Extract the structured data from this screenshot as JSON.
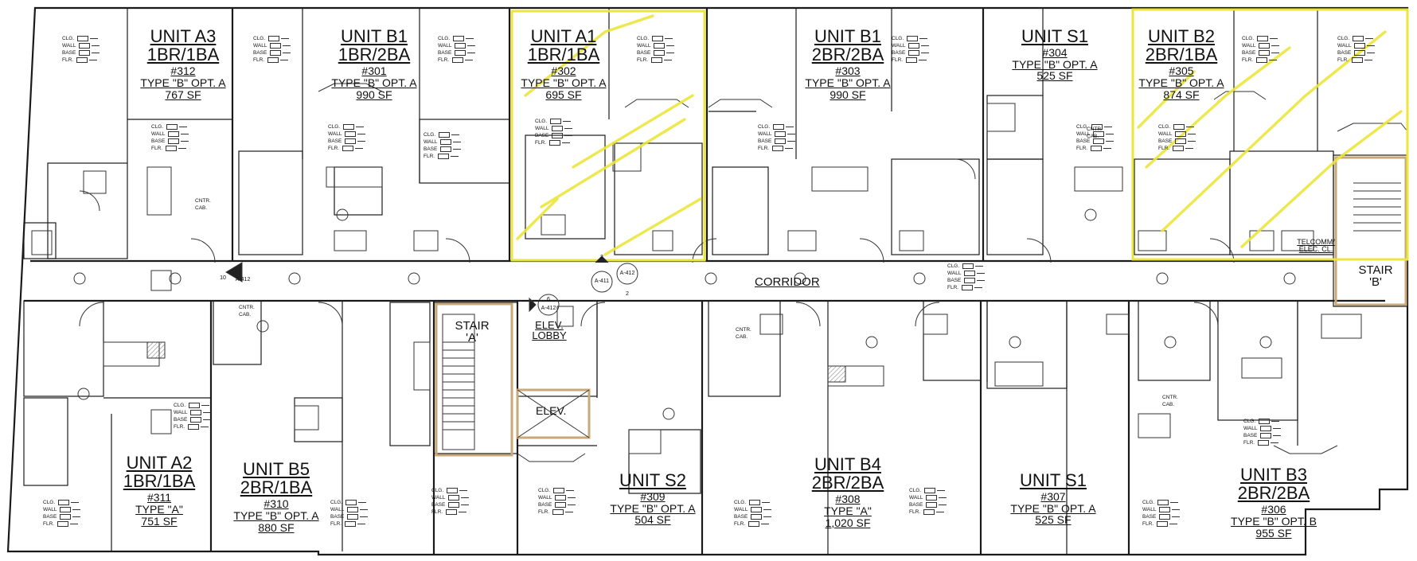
{
  "units": [
    {
      "id": "a3",
      "name": "UNIT A3",
      "type": "1BR/1BA",
      "number": "#312",
      "option": "TYPE \"B\" OPT. A",
      "area": "767 SF"
    },
    {
      "id": "b1-301",
      "name": "UNIT B1",
      "type": "1BR/2BA",
      "number": "#301",
      "option": "TYPE \"B\" OPT. A",
      "area": "990 SF"
    },
    {
      "id": "a1",
      "name": "UNIT A1",
      "type": "1BR/1BA",
      "number": "#302",
      "option": "TYPE \"B\" OPT. A",
      "area": "695 SF"
    },
    {
      "id": "b1-303",
      "name": "UNIT B1",
      "type": "2BR/2BA",
      "number": "#303",
      "option": "TYPE \"B\" OPT. A",
      "area": "990 SF"
    },
    {
      "id": "s1-304",
      "name": "UNIT S1",
      "type": "",
      "number": "#304",
      "option": "TYPE \"B\" OPT. A",
      "area": "525 SF"
    },
    {
      "id": "b2",
      "name": "UNIT B2",
      "type": "2BR/1BA",
      "number": "#305",
      "option": "TYPE \"B\" OPT. A",
      "area": "874 SF"
    },
    {
      "id": "a2",
      "name": "UNIT A2",
      "type": "1BR/1BA",
      "number": "#311",
      "option": "TYPE \"A\"",
      "area": "751 SF"
    },
    {
      "id": "b5",
      "name": "UNIT B5",
      "type": "2BR/1BA",
      "number": "#310",
      "option": "TYPE \"B\" OPT. A",
      "area": "880 SF"
    },
    {
      "id": "s2",
      "name": "UNIT S2",
      "type": "",
      "number": "#309",
      "option": "TYPE \"B\" OPT. A",
      "area": "504 SF"
    },
    {
      "id": "b4",
      "name": "UNIT B4",
      "type": "2BR/2BA",
      "number": "#308",
      "option": "TYPE \"A\"",
      "area": "1,020 SF"
    },
    {
      "id": "s1-307",
      "name": "UNIT S1",
      "type": "",
      "number": "#307",
      "option": "TYPE \"B\" OPT. A",
      "area": "525 SF"
    },
    {
      "id": "b3",
      "name": "UNIT B3",
      "type": "2BR/2BA",
      "number": "#306",
      "option": "TYPE \"B\" OPT. B",
      "area": "955 SF"
    }
  ],
  "common": {
    "corridor": "CORRIDOR",
    "stair_a_1": "STAIR",
    "stair_a_2": "'A'",
    "stair_b_1": "STAIR",
    "stair_b_2": "'B'",
    "elev": "ELEV.",
    "elev_lobby_1": "ELEV.",
    "elev_lobby_2": "LOBBY",
    "telcom_1": "TELCOMM/",
    "telcom_2": "ELEC. CL."
  },
  "legend": {
    "clg": "CLG.",
    "wall": "WALL",
    "base": "BASE",
    "flr": "FLR."
  },
  "cabinet": {
    "cntr": "CNTR.",
    "cab": "CAB."
  },
  "section_marks": [
    {
      "id": "s10",
      "num": "10",
      "ref": "A-412"
    },
    {
      "id": "s2a",
      "num": "2",
      "ref": "A-411"
    },
    {
      "id": "s2b",
      "num": "2",
      "ref": "A-412"
    },
    {
      "id": "s6",
      "num": "6",
      "ref": "A-412"
    }
  ],
  "colors": {
    "wall": "#1a1a1a",
    "highlight": "#ece63a",
    "background": "#ffffff"
  }
}
